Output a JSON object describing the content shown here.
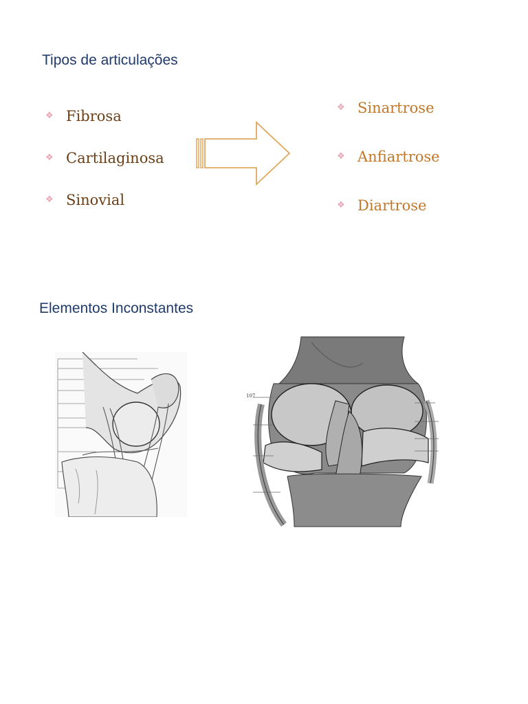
{
  "section1": {
    "title": "Tipos de articulações",
    "bullet_glyph": "❖",
    "left_items": [
      "Fibrosa",
      "Cartilaginosa",
      "Sinovial"
    ],
    "right_items": [
      "Sinartrose",
      "Anfiartrose",
      "Diartrose"
    ],
    "arrow_icon": "right-arrow-outline",
    "colors": {
      "heading": "#1f3a6b",
      "left_text": "#6b3e15",
      "right_text": "#c2772a",
      "bullet": "#e8a5b3",
      "arrow": "#e0a85e"
    }
  },
  "section2": {
    "title": "Elementos Inconstantes",
    "left_figure_label": "",
    "right_figure_label": "107"
  }
}
